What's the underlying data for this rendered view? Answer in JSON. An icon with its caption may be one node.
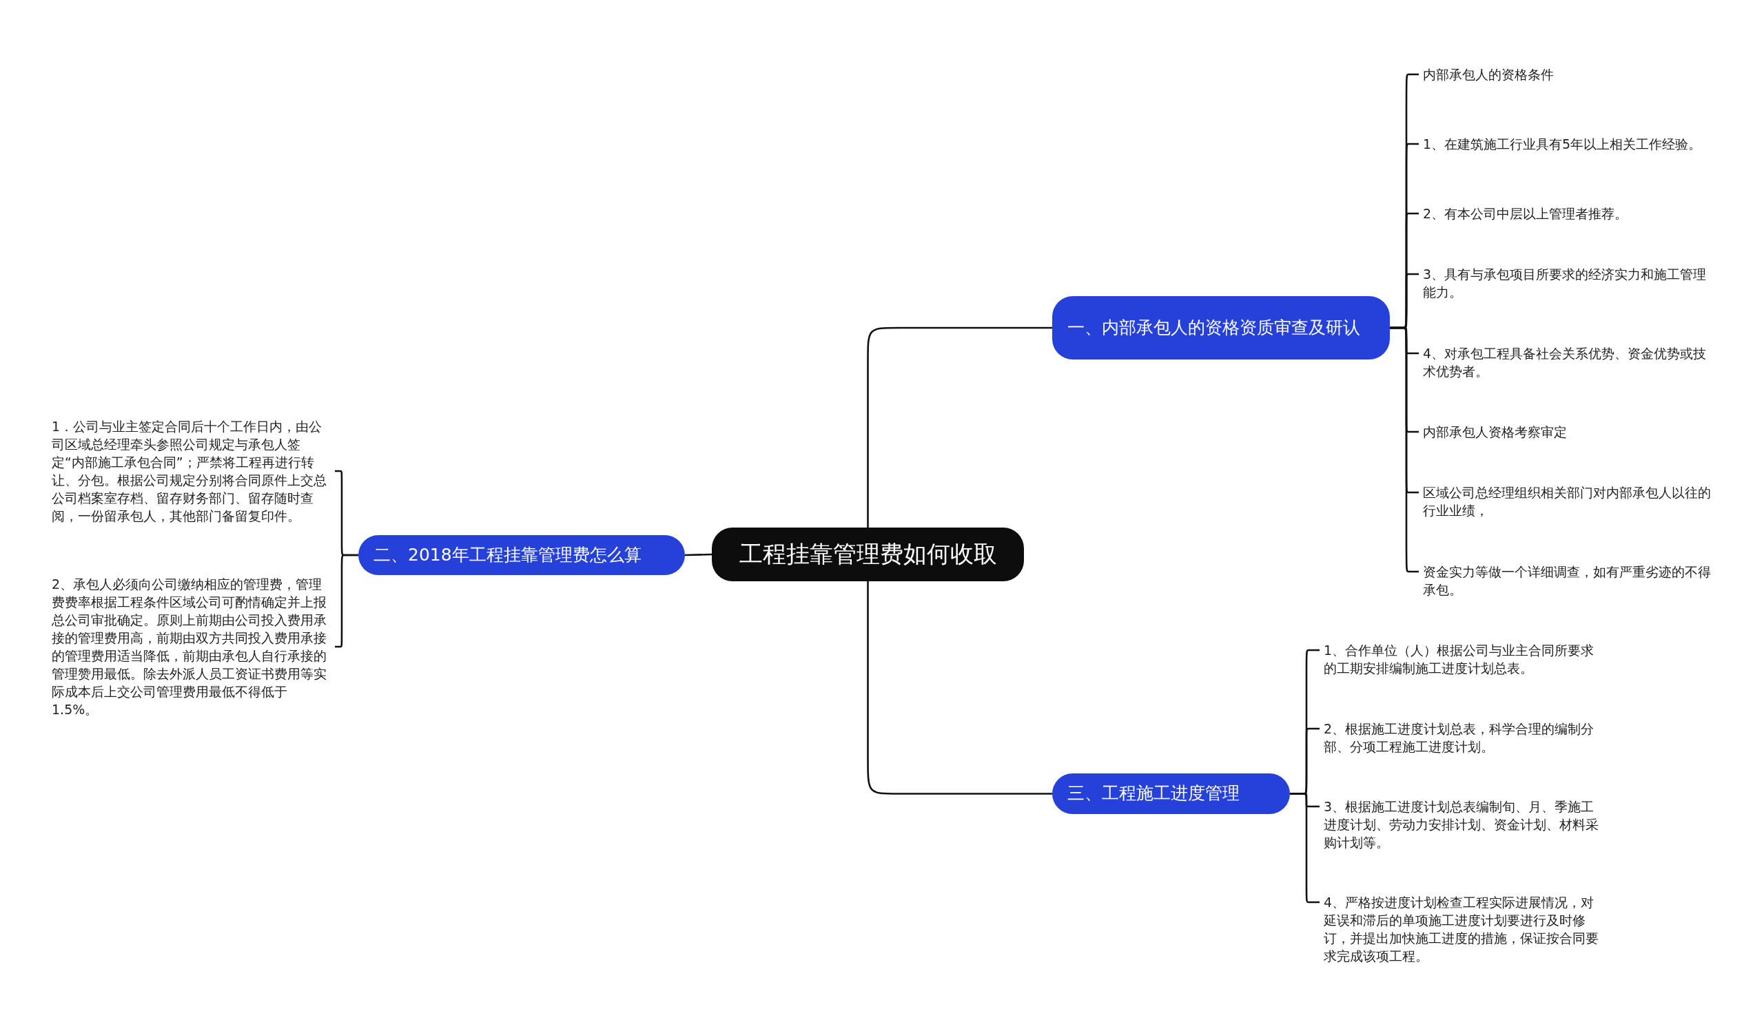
{
  "diagram": {
    "nodes": [
      {
        "text": [
          "工程挂靠管理费如何收取"
        ]
      },
      {
        "text": [
          "一、内部承包人的资格资质审查及研认"
        ]
      },
      {
        "text": [
          "内部承包人的资格条件"
        ]
      },
      {
        "text": [
          "1、在建筑施工行业具有5年以上相关工作经验。"
        ]
      },
      {
        "text": [
          "2、有本公司中层以上管理者推荐。"
        ]
      },
      {
        "text": [
          "3、具有与承包项目所要求的经济实力和施工管理能力。"
        ]
      },
      {
        "text": [
          "4、对承包工程具备社会关系优势、资金优势或技术优势者。"
        ]
      },
      {
        "text": [
          "内部承包人资格考察审定"
        ]
      },
      {
        "text": [
          "区域公司总经理组织相关部门对内部承包人以往的行业业绩，"
        ]
      },
      {
        "text": [
          "资金实力等做一个详细调查，如有严重劣迹的不得承包。"
        ]
      },
      {
        "text": [
          "二、2018年工程挂靠管理费怎么算"
        ]
      },
      {
        "text": [
          "1．公司与业主签定合同后十个工作日内，由公司区域总经理牵头参照公司规定与承包人签定“内部施工承包合同”；严禁将工程再进行转让、分包。根据公司规定分别将合同原件上交总公司档案室存档、留存财务部门、留存随时查阅，一份留承包人，其他部门备留复印件。"
        ]
      },
      {
        "text": [
          "2、承包人必须向公司缴纳相应的管理费，管理费费率根据工程条件区域公司可酌情确定并上报总公司审批确定。原则上前期由公司投入费用承接的管理费用高，前期由双方共同投入费用承接的管理费用适当降低，前期由承包人自行承接的管理赞用最低。除去外派人员工资证书费用等实际成本后上交公司管理费用最低不得低于1.5%。"
        ]
      },
      {
        "text": [
          "三、工程施工进度管理"
        ]
      },
      {
        "text": [
          "1、合作单位（人）根据公司与业主合同所要求的工期安排编制施工进度计划总表。"
        ]
      },
      {
        "text": [
          "2、根据施工进度计划总表，科学合理的编制分部、分项工程施工进度计划。"
        ]
      },
      {
        "text": [
          "3、根据施工进度计划总表编制旬、月、季施工进度计划、劳动力安排计划、资金计划、材料采购计划等。"
        ]
      },
      {
        "text": [
          "4、严格按进度计划检查工程实际进展情况，对延误和滞后的单项施工进度计划要进行及时修订，并提出加快施工进度的措施，保证按合同要求完成该项工程。"
        ]
      }
    ],
    "edges": [
      {
        "from": 0,
        "to": 1,
        "arrow": "none"
      },
      {
        "from": 1,
        "to": 2,
        "arrow": "none"
      },
      {
        "from": 1,
        "to": 3,
        "arrow": "none"
      },
      {
        "from": 1,
        "to": 4,
        "arrow": "none"
      },
      {
        "from": 1,
        "to": 5,
        "arrow": "none"
      },
      {
        "from": 1,
        "to": 6,
        "arrow": "none"
      },
      {
        "from": 1,
        "to": 7,
        "arrow": "none"
      },
      {
        "from": 1,
        "to": 8,
        "arrow": "none"
      },
      {
        "from": 1,
        "to": 9,
        "arrow": "none"
      },
      {
        "from": 0,
        "to": 10,
        "arrow": "none"
      },
      {
        "from": 10,
        "to": 11,
        "arrow": "none"
      },
      {
        "from": 10,
        "to": 12,
        "arrow": "none"
      },
      {
        "from": 0,
        "to": 13,
        "arrow": "none"
      },
      {
        "from": 13,
        "to": 14,
        "arrow": "none"
      },
      {
        "from": 13,
        "to": 15,
        "arrow": "none"
      },
      {
        "from": 13,
        "to": 16,
        "arrow": "none"
      },
      {
        "from": 13,
        "to": 17,
        "arrow": "none"
      }
    ]
  }
}
